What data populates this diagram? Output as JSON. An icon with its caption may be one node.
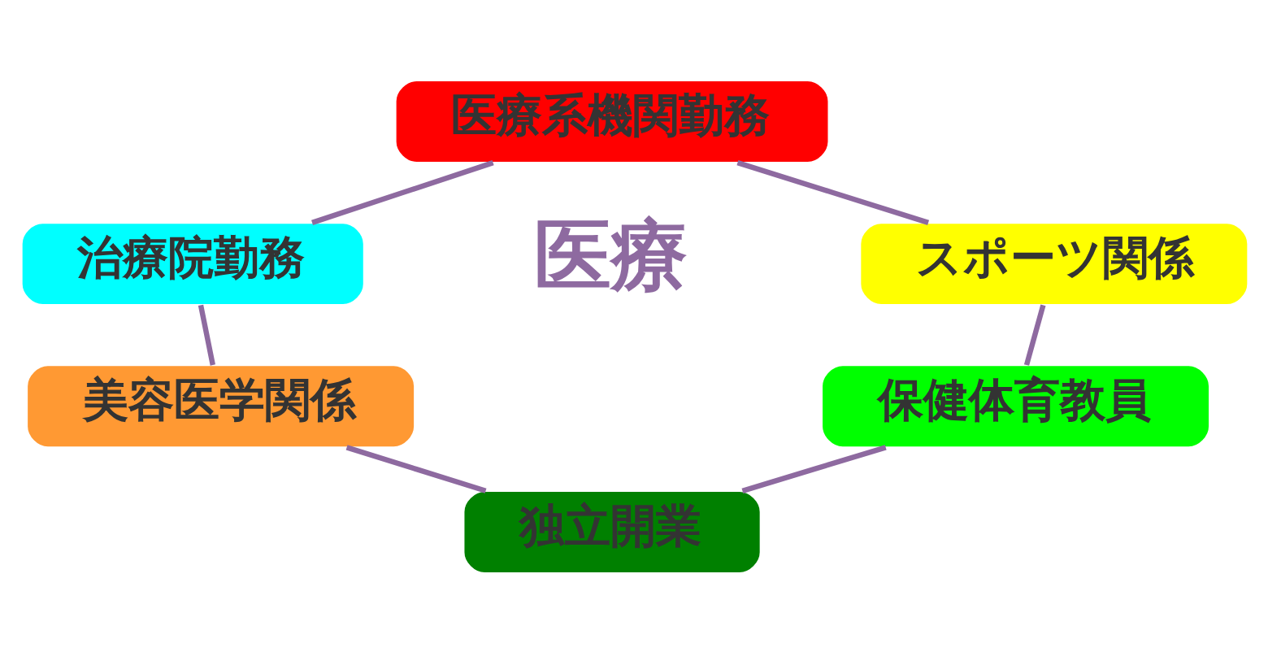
{
  "diagram": {
    "nodes": [
      {
        "text": [
          "医療系機関勤務"
        ]
      },
      {
        "text": [
          "治療院勤務"
        ]
      },
      {
        "text": [
          "スポーツ関係"
        ]
      },
      {
        "text": [
          "美容医学関係"
        ]
      },
      {
        "text": [
          "保健体育教員"
        ]
      },
      {
        "text": [
          "独立開業"
        ]
      }
    ],
    "edges": [
      {
        "from": 0,
        "to": 2,
        "arrow": "none"
      },
      {
        "from": 2,
        "to": 4,
        "arrow": "none"
      },
      {
        "from": 4,
        "to": 5,
        "arrow": "none"
      },
      {
        "from": 3,
        "to": 5,
        "arrow": "none"
      },
      {
        "from": 1,
        "to": 3,
        "arrow": "none"
      },
      {
        "from": 0,
        "to": 1,
        "arrow": "none"
      }
    ],
    "labels": [
      "医療"
    ]
  }
}
